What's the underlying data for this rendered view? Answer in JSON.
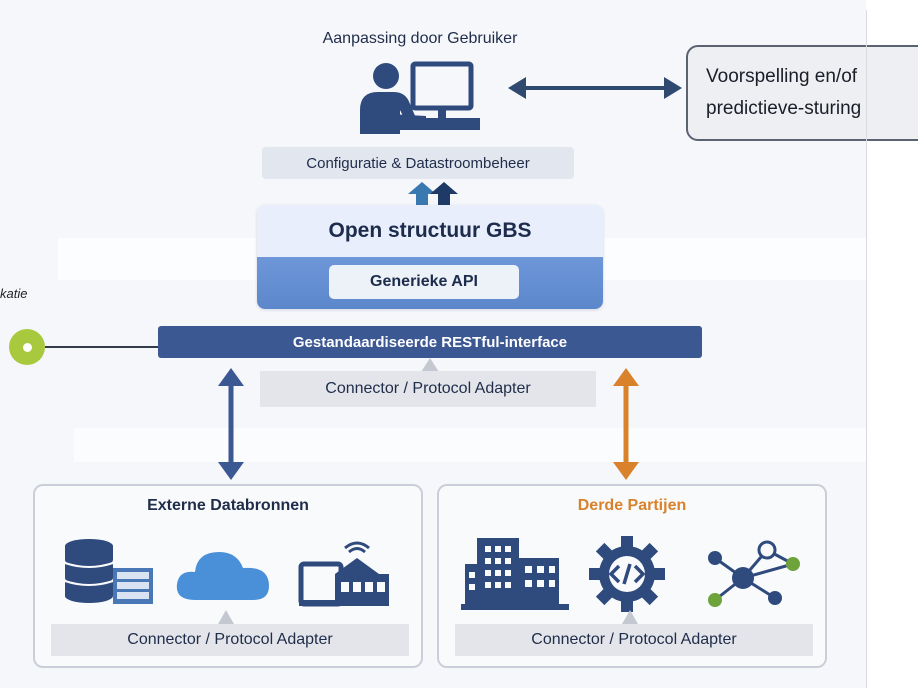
{
  "user_section": {
    "title": "Aanpassing door Gebruiker",
    "icon": "user-computer-icon"
  },
  "forecast": {
    "line1": "Voorspelling en/of",
    "line2": "predictieve-sturing"
  },
  "config": {
    "label": "Configuratie & Datastroombeheer"
  },
  "gbs": {
    "title": "Open structuur GBS",
    "api_label": "Generieke API"
  },
  "side_caption": "katie",
  "restful": {
    "label": "Gestandaardiseerde RESTful-interface"
  },
  "middle_connector": {
    "label": "Connector / Protocol Adapter"
  },
  "left_panel": {
    "title": "Externe Databronnen",
    "connector": "Connector / Protocol Adapter",
    "icons": [
      "database-server-icon",
      "cloud-icon",
      "smart-building-icon"
    ]
  },
  "right_panel": {
    "title": "Derde Partijen",
    "connector": "Connector / Protocol Adapter",
    "icons": [
      "buildings-icon",
      "code-gear-icon",
      "network-nodes-icon"
    ]
  },
  "colors": {
    "navy": "#3c5893",
    "dark_blue": "#2f4a7c",
    "mid_blue": "#5c87cb",
    "orange": "#d9822b",
    "green_dot": "#a8c93e"
  }
}
